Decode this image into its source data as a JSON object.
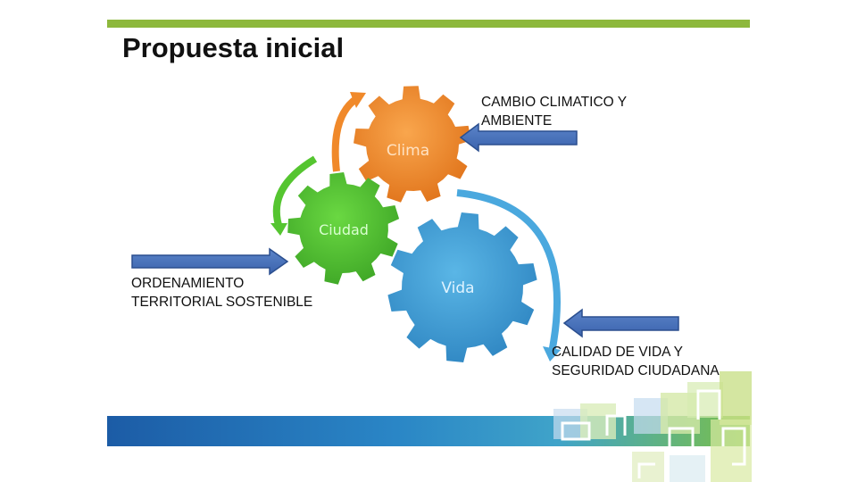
{
  "slide": {
    "title": "Propuesta inicial",
    "accent_color": "#8db83c"
  },
  "gears": [
    {
      "label": "Clima",
      "color": "#f0892a"
    },
    {
      "label": "Ciudad",
      "color": "#52c12f"
    },
    {
      "label": "Vida",
      "color": "#3f9fd6"
    }
  ],
  "labels": {
    "clima": {
      "line1": "CAMBIO CLIMATICO Y",
      "line2": "AMBIENTE"
    },
    "ciudad": {
      "line1": "ORDENAMIENTO",
      "line2": "TERRITORIAL SOSTENIBLE"
    },
    "vida": {
      "line1": "CALIDAD DE VIDA Y",
      "line2": "SEGURIDAD CIUDADANA"
    }
  },
  "footer": {
    "band_color_start": "#1b5fa8",
    "band_color_end": "#7dc243"
  }
}
